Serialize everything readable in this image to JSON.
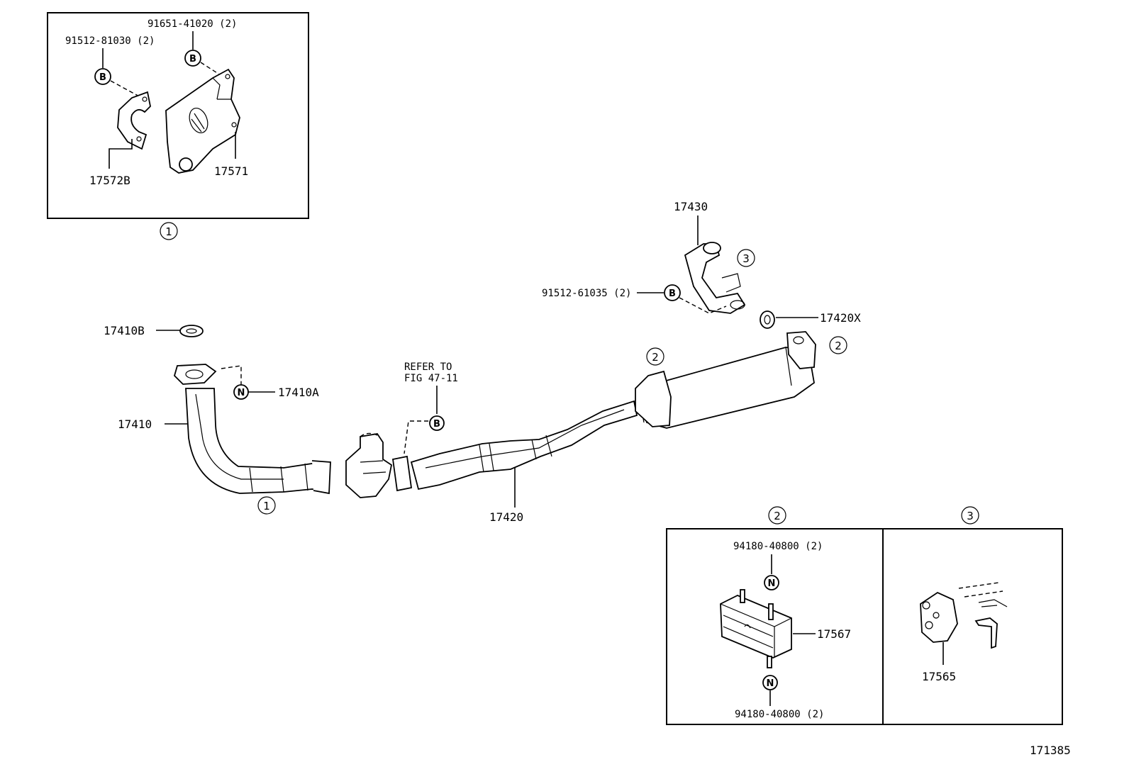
{
  "inset1": {
    "callout": "1",
    "bolt_a": "91512-81030 (2)",
    "bolt_a_symbol": "B",
    "bolt_b": "91651-41020 (2)",
    "bolt_b_symbol": "B",
    "bracket_a": "17572B",
    "bracket_b": "17571"
  },
  "main": {
    "pipe_front": "17410",
    "gasket_front": "17410B",
    "nut_front": "17410A",
    "nut_front_symbol": "N",
    "callout_front_pipe": "1",
    "refer_line1": "REFER TO",
    "refer_line2": "FIG 47-11",
    "refer_bolt_symbol": "B",
    "pipe_center": "17420",
    "pipe_tail": "17430",
    "gasket_tail": "17420X",
    "bolt_tail": "91512-61035 (2)",
    "bolt_tail_symbol": "B",
    "callout_tail": "3",
    "callout_muffler_left": "2",
    "callout_muffler_right": "2"
  },
  "inset2": {
    "callout": "2",
    "nut_top": "94180-40800 (2)",
    "nut_top_symbol": "N",
    "nut_bottom": "94180-40800 (2)",
    "nut_bottom_symbol": "N",
    "mount": "17567"
  },
  "inset3": {
    "callout": "3",
    "hanger": "17565"
  },
  "figure_number": "171385"
}
